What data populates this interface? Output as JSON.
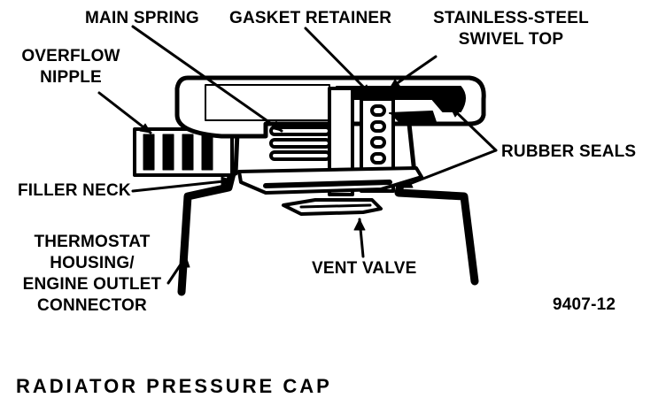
{
  "labels": {
    "main_spring": "MAIN SPRING",
    "gasket_retainer": "GASKET RETAINER",
    "swivel_top": [
      "STAINLESS-STEEL",
      "SWIVEL TOP"
    ],
    "overflow_nipple": [
      "OVERFLOW",
      "NIPPLE"
    ],
    "rubber_seals": "RUBBER SEALS",
    "filler_neck": "FILLER NECK",
    "thermostat_housing": [
      "THERMOSTAT",
      "HOUSING/",
      "ENGINE OUTLET",
      "CONNECTOR"
    ],
    "vent_valve": "VENT VALVE",
    "figure_number": "9407-12"
  },
  "caption": "RADIATOR PRESSURE CAP"
}
